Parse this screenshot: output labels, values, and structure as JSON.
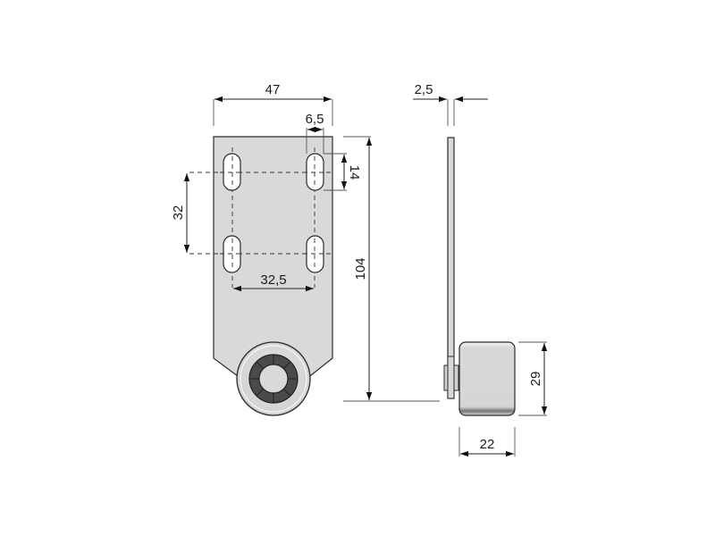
{
  "drawing": {
    "type": "technical-dimension-drawing",
    "subject": "roller bracket with slotted mounting plate",
    "colors": {
      "part_fill": "#d9d9d9",
      "line": "#2b2b2b",
      "bearing_dark": "#4a4a4a",
      "background": "#ffffff"
    },
    "front_view": {
      "dimensions": {
        "plate_width": "47",
        "slot_width": "6,5",
        "slot_length": "14",
        "vertical_hole_spacing": "32",
        "horizontal_hole_spacing": "32,5",
        "total_height": "104"
      }
    },
    "side_view": {
      "dimensions": {
        "plate_thickness": "2,5",
        "roller_height": "29",
        "roller_width": "22"
      }
    }
  }
}
